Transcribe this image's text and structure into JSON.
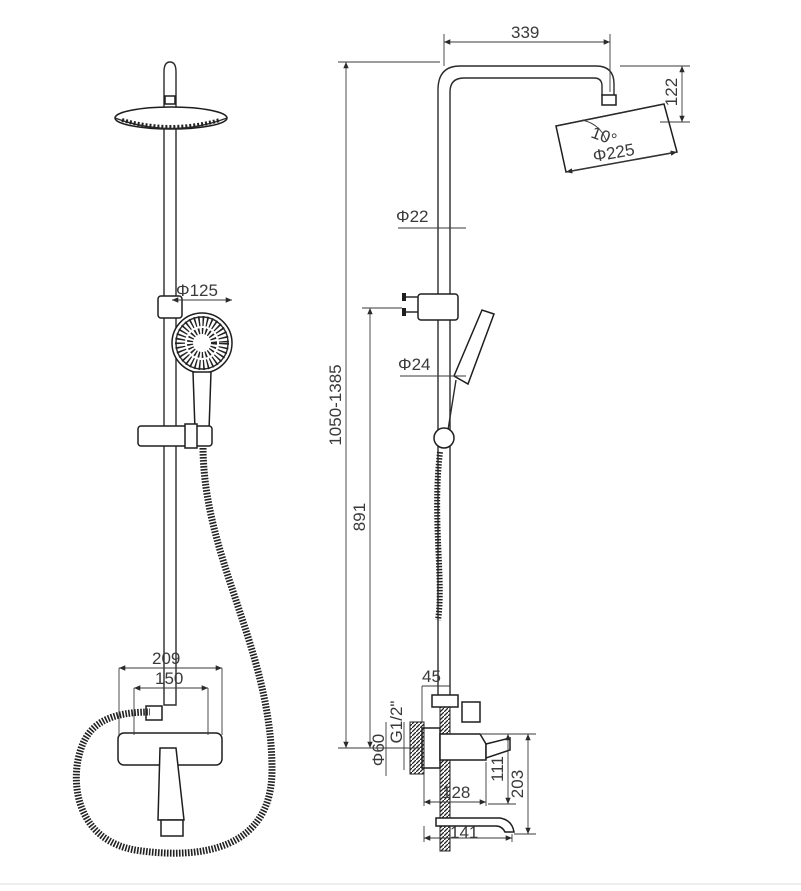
{
  "diagram": {
    "front_view": {
      "dim_handshower": "Φ125",
      "dim_mixer_width": "209",
      "dim_mixer_centers": "150"
    },
    "side_view": {
      "dim_arm_reach": "339",
      "dim_head_drop": "122",
      "dim_head_angle": "10°",
      "dim_head_diameter": "Φ225",
      "dim_pipe_diameter": "Φ22",
      "dim_handle_diameter": "Φ24",
      "dim_total_height": "1050-1385",
      "dim_slider_height": "891",
      "dim_offset": "45",
      "dim_thread": "G1/2\"",
      "dim_flange": "Φ60",
      "dim_body_height": "111",
      "dim_spout_height": "203",
      "dim_body_depth": "128",
      "dim_spout_reach": "141"
    },
    "colors": {
      "line": "#2b2b2b",
      "text": "#3a3a3a",
      "background": "#ffffff"
    }
  }
}
